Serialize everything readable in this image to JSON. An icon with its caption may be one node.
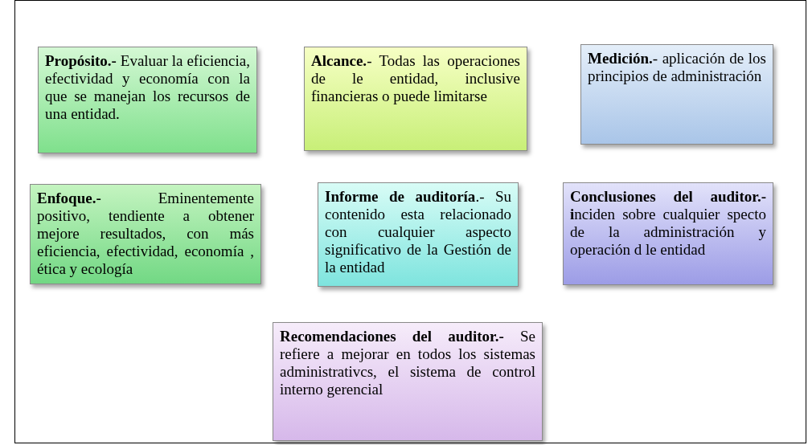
{
  "diagram": {
    "nodes": [
      {
        "text": [
          "**Propósito.-** Evaluar la eficiencia, efectividad y economía con la que se manejan los recursos de una entidad."
        ]
      },
      {
        "text": [
          "**Alcance.**- Todas las operaciones de le entidad, inclusive financieras o puede limitarse"
        ]
      },
      {
        "text": [
          "**Medición.**- aplicación de los principios de administración"
        ]
      },
      {
        "text": [
          "**Enfoque.-** Eminentemente positivo, tendiente a obtener mejore resultados, con más eficiencia, efectividad, economía , ética y ecología"
        ]
      },
      {
        "text": [
          "**Informe de auditoría**.- Su contenido esta relacionado con cualquier aspecto significativo de la Gestión de la entidad"
        ]
      },
      {
        "text": [
          "**Conclusiones del auditor.- i**nciden sobre cualquier specto de la administración y operación d le entidad"
        ]
      },
      {
        "text": [
          "**Recomendaciones del auditor.-** Se refiere a mejorar en todos los sistemas administrativcs, el sistema de control interno gerencial"
        ]
      }
    ],
    "edges": []
  }
}
